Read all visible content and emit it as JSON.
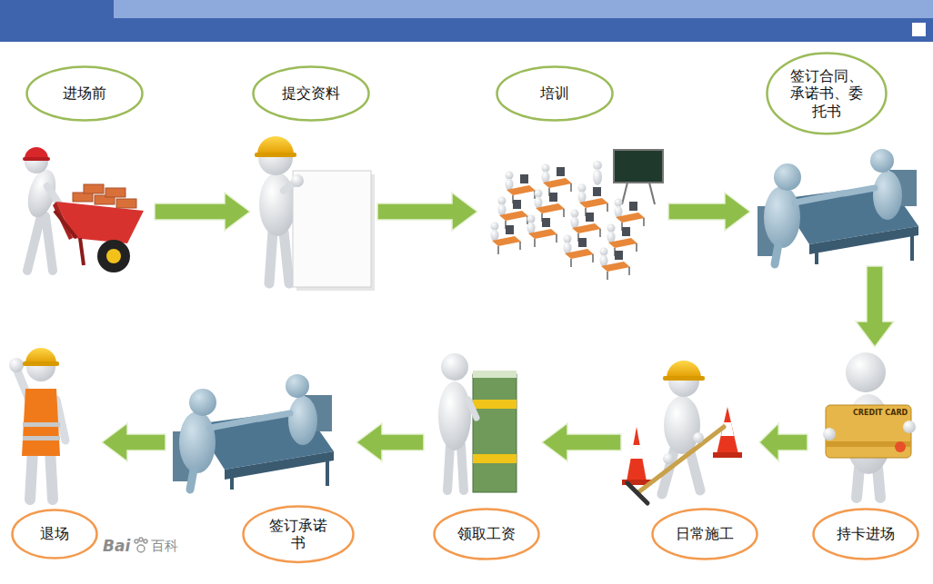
{
  "diagram": {
    "nodes": [
      {
        "text": [
          "进场前"
        ]
      },
      {
        "text": [
          "提交资料"
        ]
      },
      {
        "text": [
          "培训"
        ]
      },
      {
        "text": [
          "签订合同、承诺书、委托书"
        ]
      },
      {
        "text": [
          "持卡进场"
        ]
      },
      {
        "text": [
          "日常施工"
        ]
      },
      {
        "text": [
          "领取工资"
        ]
      },
      {
        "text": [
          "签订承诺书"
        ]
      },
      {
        "text": [
          "退场"
        ]
      }
    ],
    "edges": [
      {
        "from": 0,
        "to": 1,
        "arrow": "to"
      },
      {
        "from": 1,
        "to": 2,
        "arrow": "to"
      },
      {
        "from": 2,
        "to": 3,
        "arrow": "to"
      },
      {
        "from": 3,
        "to": 4,
        "arrow": "to"
      },
      {
        "from": 4,
        "to": 5,
        "arrow": "to"
      },
      {
        "from": 5,
        "to": 6,
        "arrow": "to"
      },
      {
        "from": 6,
        "to": 7,
        "arrow": "to"
      },
      {
        "from": 7,
        "to": 8,
        "arrow": "to"
      }
    ],
    "labels": [
      "CREDIT CARD",
      "Bai",
      "百科"
    ]
  }
}
